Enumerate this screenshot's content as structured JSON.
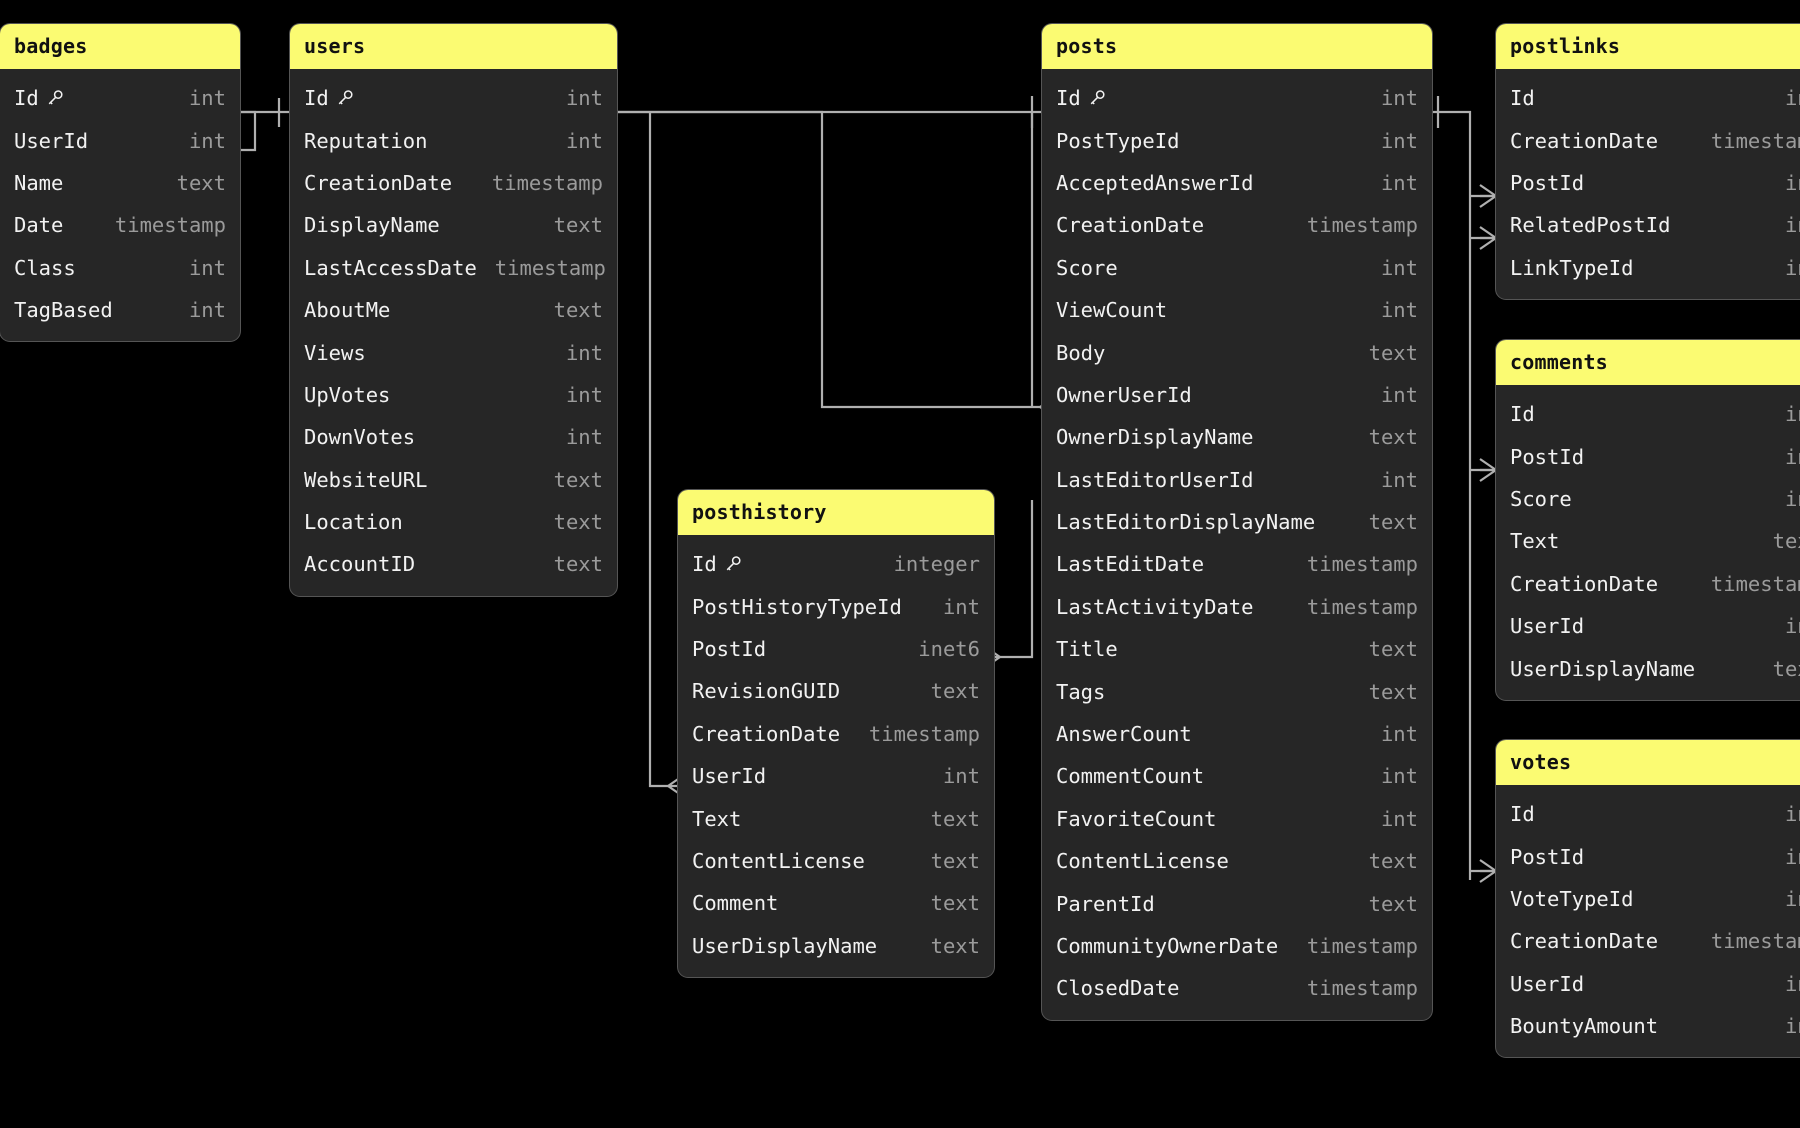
{
  "theme": {
    "background": "#000000",
    "card_bg": "#262626",
    "card_border": "#555555",
    "header_bg": "#fbfb72",
    "header_text": "#111111",
    "column_text": "#f2f2f2",
    "type_text": "#9b9b9b",
    "wire": "#b0b0b0"
  },
  "diagram": {
    "kind": "er-diagram",
    "tables": [
      {
        "id": "badges",
        "name": "badges",
        "columns": [
          {
            "name": "Id",
            "type": "int",
            "pk": true
          },
          {
            "name": "UserId",
            "type": "int",
            "pk": false
          },
          {
            "name": "Name",
            "type": "text",
            "pk": false
          },
          {
            "name": "Date",
            "type": "timestamp",
            "pk": false
          },
          {
            "name": "Class",
            "type": "int",
            "pk": false
          },
          {
            "name": "TagBased",
            "type": "int",
            "pk": false
          }
        ]
      },
      {
        "id": "users",
        "name": "users",
        "columns": [
          {
            "name": "Id",
            "type": "int",
            "pk": true
          },
          {
            "name": "Reputation",
            "type": "int",
            "pk": false
          },
          {
            "name": "CreationDate",
            "type": "timestamp",
            "pk": false
          },
          {
            "name": "DisplayName",
            "type": "text",
            "pk": false
          },
          {
            "name": "LastAccessDate",
            "type": "timestamp",
            "pk": false
          },
          {
            "name": "AboutMe",
            "type": "text",
            "pk": false
          },
          {
            "name": "Views",
            "type": "int",
            "pk": false
          },
          {
            "name": "UpVotes",
            "type": "int",
            "pk": false
          },
          {
            "name": "DownVotes",
            "type": "int",
            "pk": false
          },
          {
            "name": "WebsiteURL",
            "type": "text",
            "pk": false
          },
          {
            "name": "Location",
            "type": "text",
            "pk": false
          },
          {
            "name": "AccountID",
            "type": "text",
            "pk": false
          }
        ]
      },
      {
        "id": "posthistory",
        "name": "posthistory",
        "columns": [
          {
            "name": "Id",
            "type": "integer",
            "pk": true
          },
          {
            "name": "PostHistoryTypeId",
            "type": "int",
            "pk": false
          },
          {
            "name": "PostId",
            "type": "inet6",
            "pk": false
          },
          {
            "name": "RevisionGUID",
            "type": "text",
            "pk": false
          },
          {
            "name": "CreationDate",
            "type": "timestamp",
            "pk": false
          },
          {
            "name": "UserId",
            "type": "int",
            "pk": false
          },
          {
            "name": "Text",
            "type": "text",
            "pk": false
          },
          {
            "name": "ContentLicense",
            "type": "text",
            "pk": false
          },
          {
            "name": "Comment",
            "type": "text",
            "pk": false
          },
          {
            "name": "UserDisplayName",
            "type": "text",
            "pk": false
          }
        ]
      },
      {
        "id": "posts",
        "name": "posts",
        "columns": [
          {
            "name": "Id",
            "type": "int",
            "pk": true
          },
          {
            "name": "PostTypeId",
            "type": "int",
            "pk": false
          },
          {
            "name": "AcceptedAnswerId",
            "type": "int",
            "pk": false
          },
          {
            "name": "CreationDate",
            "type": "timestamp",
            "pk": false
          },
          {
            "name": "Score",
            "type": "int",
            "pk": false
          },
          {
            "name": "ViewCount",
            "type": "int",
            "pk": false
          },
          {
            "name": "Body",
            "type": "text",
            "pk": false
          },
          {
            "name": "OwnerUserId",
            "type": "int",
            "pk": false
          },
          {
            "name": "OwnerDisplayName",
            "type": "text",
            "pk": false
          },
          {
            "name": "LastEditorUserId",
            "type": "int",
            "pk": false
          },
          {
            "name": "LastEditorDisplayName",
            "type": "text",
            "pk": false
          },
          {
            "name": "LastEditDate",
            "type": "timestamp",
            "pk": false
          },
          {
            "name": "LastActivityDate",
            "type": "timestamp",
            "pk": false
          },
          {
            "name": "Title",
            "type": "text",
            "pk": false
          },
          {
            "name": "Tags",
            "type": "text",
            "pk": false
          },
          {
            "name": "AnswerCount",
            "type": "int",
            "pk": false
          },
          {
            "name": "CommentCount",
            "type": "int",
            "pk": false
          },
          {
            "name": "FavoriteCount",
            "type": "int",
            "pk": false
          },
          {
            "name": "ContentLicense",
            "type": "text",
            "pk": false
          },
          {
            "name": "ParentId",
            "type": "text",
            "pk": false
          },
          {
            "name": "CommunityOwnerDate",
            "type": "timestamp",
            "pk": false
          },
          {
            "name": "ClosedDate",
            "type": "timestamp",
            "pk": false
          }
        ]
      },
      {
        "id": "postlinks",
        "name": "postlinks",
        "columns": [
          {
            "name": "Id",
            "type": "int",
            "pk": false
          },
          {
            "name": "CreationDate",
            "type": "timestamp",
            "pk": false
          },
          {
            "name": "PostId",
            "type": "int",
            "pk": false
          },
          {
            "name": "RelatedPostId",
            "type": "int",
            "pk": false
          },
          {
            "name": "LinkTypeId",
            "type": "int",
            "pk": false
          }
        ]
      },
      {
        "id": "comments",
        "name": "comments",
        "columns": [
          {
            "name": "Id",
            "type": "int",
            "pk": false
          },
          {
            "name": "PostId",
            "type": "int",
            "pk": false
          },
          {
            "name": "Score",
            "type": "int",
            "pk": false
          },
          {
            "name": "Text",
            "type": "text",
            "pk": false
          },
          {
            "name": "CreationDate",
            "type": "timestamp",
            "pk": false
          },
          {
            "name": "UserId",
            "type": "int",
            "pk": false
          },
          {
            "name": "UserDisplayName",
            "type": "text",
            "pk": false
          }
        ]
      },
      {
        "id": "votes",
        "name": "votes",
        "columns": [
          {
            "name": "Id",
            "type": "int",
            "pk": false
          },
          {
            "name": "PostId",
            "type": "int",
            "pk": false
          },
          {
            "name": "VoteTypeId",
            "type": "int",
            "pk": false
          },
          {
            "name": "CreationDate",
            "type": "timestamp",
            "pk": false
          },
          {
            "name": "UserId",
            "type": "int",
            "pk": false
          },
          {
            "name": "BountyAmount",
            "type": "int",
            "pk": false
          }
        ]
      }
    ],
    "relationships": [
      {
        "from": "badges.Id",
        "to": "users.Id"
      },
      {
        "from": "users.Id",
        "to": "posts.OwnerUserId"
      },
      {
        "from": "users.Id",
        "to": "posthistory.UserId"
      },
      {
        "from": "posts.Id",
        "to": "postlinks.PostId"
      },
      {
        "from": "posts.Id",
        "to": "postlinks.RelatedPostId"
      },
      {
        "from": "posts.Id",
        "to": "comments.PostId"
      },
      {
        "from": "posts.Id",
        "to": "votes.PostId"
      },
      {
        "from": "posts.Id",
        "to": "posthistory.PostId"
      }
    ]
  }
}
